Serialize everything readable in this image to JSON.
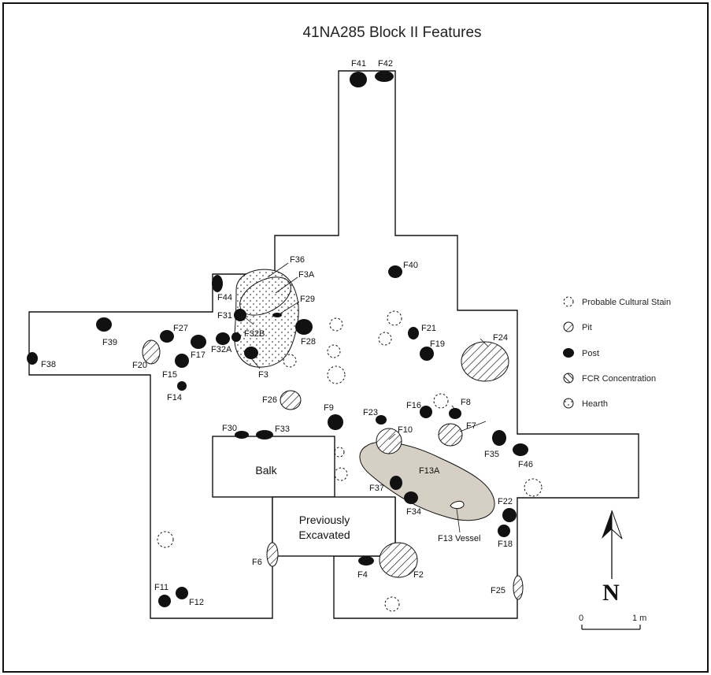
{
  "title": "41NA285 Block II Features",
  "labels": {
    "F41": "F41",
    "F42": "F42",
    "F40": "F40",
    "F36": "F36",
    "F3A": "F3A",
    "F29": "F29",
    "F44": "F44",
    "F31": "F31",
    "F32B": "F32B",
    "F28": "F28",
    "F21": "F21",
    "F19": "F19",
    "F24": "F24",
    "F39": "F39",
    "F27": "F27",
    "F17": "F17",
    "F32A": "F32A",
    "F3": "F3",
    "F38": "F38",
    "F20": "F20",
    "F15": "F15",
    "F14": "F14",
    "F26": "F26",
    "F9": "F9",
    "F23": "F23",
    "F16": "F16",
    "F8": "F8",
    "F10": "F10",
    "F7": "F7",
    "F30": "F30",
    "F33": "F33",
    "F35": "F35",
    "F46": "F46",
    "F13A": "F13A",
    "F37": "F37",
    "F34": "F34",
    "F22": "F22",
    "F13Vessel": "F13 Vessel",
    "F18": "F18",
    "F6": "F6",
    "F4": "F4",
    "F2": "F2",
    "F11": "F11",
    "F12": "F12",
    "F25": "F25"
  },
  "areas": {
    "balk": "Balk",
    "prev_line1": "Previously",
    "prev_line2": "Excavated"
  },
  "legend": {
    "stain": "Probable Cultural Stain",
    "pit": "Pit",
    "post": "Post",
    "fcr": "FCR Concentration",
    "hearth": "Hearth"
  },
  "north_arrow": "N",
  "scale": {
    "start": "0",
    "end": "1 m"
  },
  "colors": {
    "stain_fill": "#d6d0c4",
    "ink": "#111111"
  }
}
